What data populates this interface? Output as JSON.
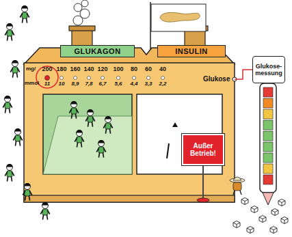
{
  "diagram": {
    "nodes": [
      {
        "text": [
          "Glukose"
        ]
      },
      {
        "text": [
          "GLUKAGON"
        ],
        "in": 0
      },
      {
        "text": [
          "INSULIN"
        ],
        "in": 0
      },
      {
        "text": [
          "Außer Betrieb!"
        ]
      },
      {
        "text": [
          "Glukose- messung"
        ]
      }
    ],
    "edges": [
      {
        "from": 0,
        "to": 4,
        "arrow": "none"
      }
    ],
    "labels": [
      "mg/",
      "200",
      "180",
      "160",
      "140",
      "120",
      "100",
      "80",
      "60",
      "40",
      "mmol",
      "11",
      "10",
      "8,9",
      "7,8",
      "6,7",
      "5,6",
      "4,4",
      "3,3",
      "2,2"
    ]
  }
}
